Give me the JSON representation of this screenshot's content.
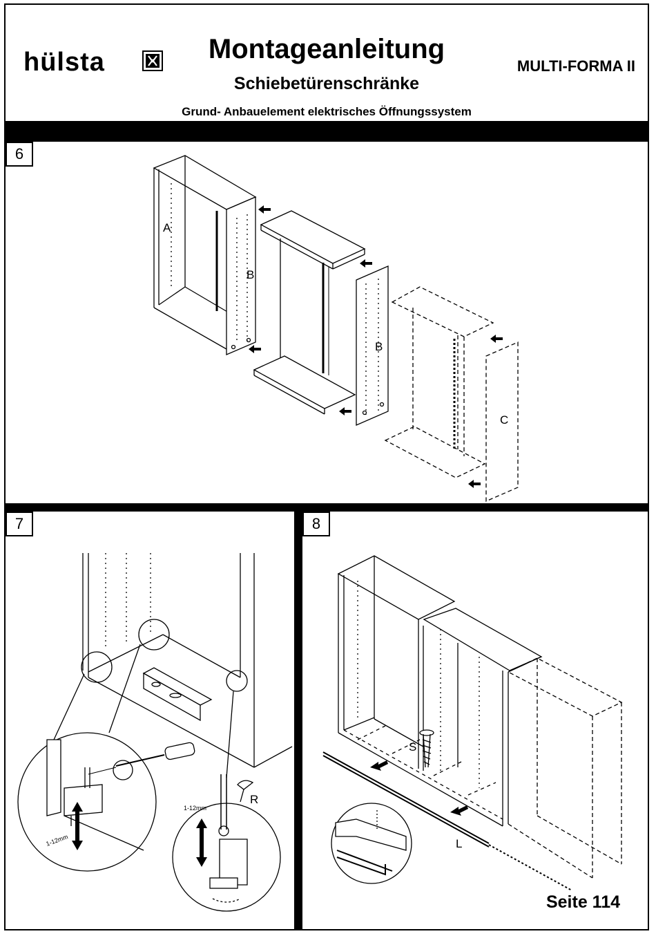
{
  "header": {
    "logo": "hülsta",
    "title": "Montageanleitung",
    "subtitle": "Schiebetürenschränke",
    "model": "MULTI-FORMA II",
    "description": "Grund- Anbauelement elektrisches Öffnungssystem"
  },
  "steps": {
    "s6": {
      "number": "6",
      "labels": {
        "a": "A",
        "b1": "B",
        "b2": "B",
        "c": "C"
      }
    },
    "s7": {
      "number": "7",
      "labels": {
        "r": "R",
        "dim1": "1-12mm",
        "dim2": "1-12mm"
      }
    },
    "s8": {
      "number": "8",
      "labels": {
        "s": "S",
        "l": "L"
      }
    }
  },
  "footer": {
    "page": "Seite 114"
  }
}
